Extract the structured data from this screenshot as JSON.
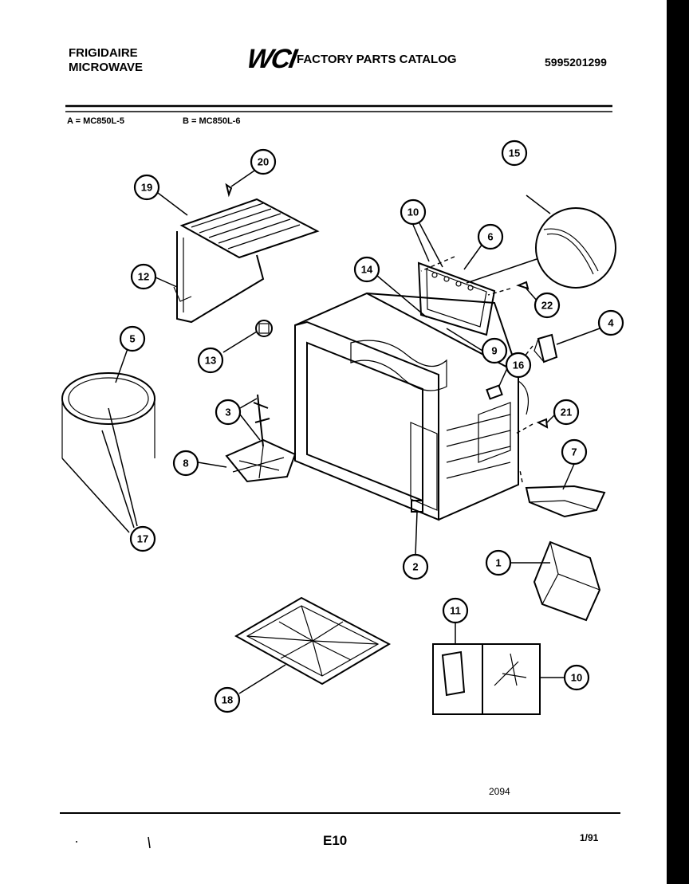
{
  "header": {
    "brand_line1": "FRIGIDAIRE",
    "brand_line2": "MICROWAVE",
    "logo": "WCI",
    "catalog_title": "FACTORY PARTS CATALOG",
    "catalog_number": "5995201299"
  },
  "models": [
    {
      "label": "A = MC850L-5"
    },
    {
      "label": "B = MC850L-6"
    }
  ],
  "callouts": [
    {
      "label": "20"
    },
    {
      "label": "19"
    },
    {
      "label": "12"
    },
    {
      "label": "5"
    },
    {
      "label": "13"
    },
    {
      "label": "3"
    },
    {
      "label": "8"
    },
    {
      "label": "17"
    },
    {
      "label": "10"
    },
    {
      "label": "6"
    },
    {
      "label": "14"
    },
    {
      "label": "15"
    },
    {
      "label": "22"
    },
    {
      "label": "4"
    },
    {
      "label": "9"
    },
    {
      "label": "16"
    },
    {
      "label": "21"
    },
    {
      "label": "7"
    },
    {
      "label": "2"
    },
    {
      "label": "1"
    },
    {
      "label": "11"
    },
    {
      "label": "10"
    },
    {
      "label": "18"
    }
  ],
  "footer": {
    "figure_number": "2094",
    "page_id": "E10",
    "date": "1/91"
  }
}
